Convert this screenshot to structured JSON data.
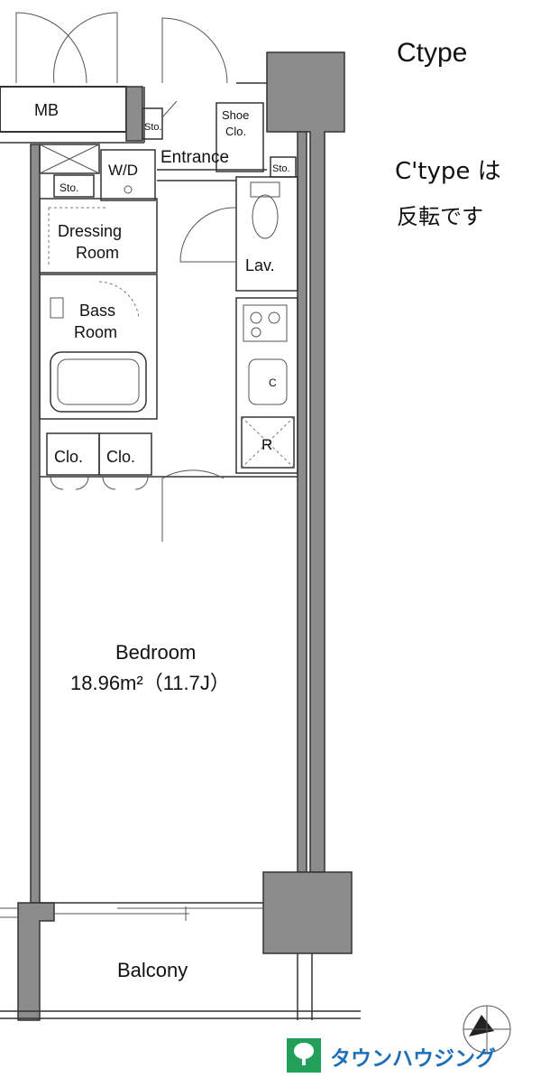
{
  "title": {
    "main_type": "Ctype",
    "alt_type": "C'type は",
    "alt_note": "反転です"
  },
  "rooms": {
    "mb": "MB",
    "storage_top": "Sto.",
    "shoe_closet_line1": "Shoe",
    "shoe_closet_line2": "Clo.",
    "entrance": "Entrance",
    "storage_right": "Sto.",
    "storage_left": "Sto.",
    "wd": "W/D",
    "dressing_line1": "Dressing",
    "dressing_line2": "Room",
    "lav": "Lav.",
    "bath_line1": "Bass",
    "bath_line2": "Room",
    "sink_mark": "C",
    "fridge_mark": "R",
    "closet_1": "Clo.",
    "closet_2": "Clo.",
    "bedroom": "Bedroom",
    "bedroom_area": "18.96m²（11.7J）",
    "balcony": "Balcony"
  },
  "logo": {
    "text": "タウンハウジング"
  },
  "colors": {
    "wall": "#8c8c8c",
    "logo_green": "#22a05a",
    "logo_text": "#1e6fb8"
  }
}
